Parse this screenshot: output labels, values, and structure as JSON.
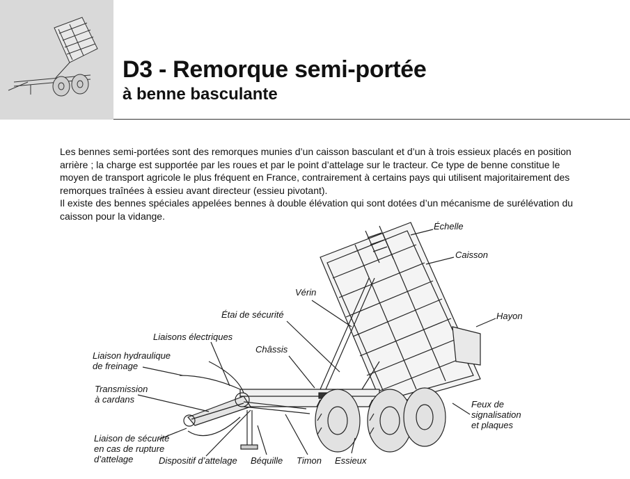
{
  "header": {
    "title": "D3 - Remorque semi-portée",
    "subtitle": "à benne basculante"
  },
  "body": {
    "paragraph1": "Les bennes semi-portées sont des remorques munies d’un caisson basculant et d’un à trois essieux placés en position arrière ; la charge est supportée par les roues et par le point d’attelage sur le tracteur. Ce type de benne constitue le moyen de transport agricole le plus fréquent en France, contrairement à certains pays qui utilisent majoritairement des remorques traînées à essieu avant directeur (essieu pivotant).",
    "paragraph2": "Il existe des bennes spéciales appelées bennes à double élévation qui sont dotées d’un mécanisme de surélévation du caisson pour la vidange."
  },
  "diagram_labels": {
    "echelle": "Échelle",
    "caisson": "Caisson",
    "verin": "Vérin",
    "etai": "Étai de sécurité",
    "hayon": "Hayon",
    "liaisons_elec": "Liaisons électriques",
    "liaison_hydr_1": "Liaison hydraulique",
    "liaison_hydr_2": "de freinage",
    "chassis": "Châssis",
    "transmission_1": "Transmission",
    "transmission_2": "à cardans",
    "feux_1": "Feux de",
    "feux_2": "signalisation",
    "feux_3": "et plaques",
    "securite_1": "Liaison de sécurité",
    "securite_2": "en cas de rupture",
    "securite_3": "d’attelage",
    "dispositif": "Dispositif d’attelage",
    "bequille": "Béquille",
    "timon": "Timon",
    "essieux": "Essieux"
  }
}
